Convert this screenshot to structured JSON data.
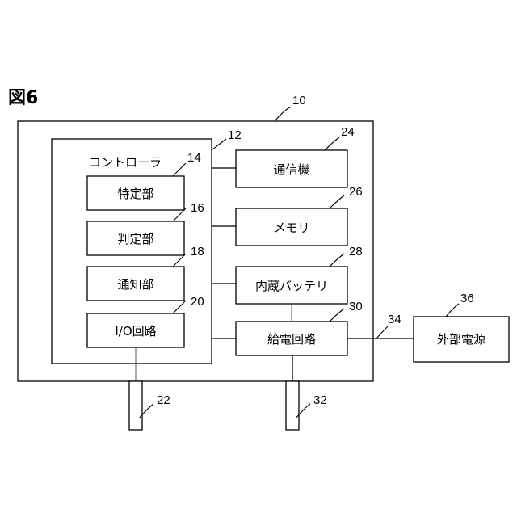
{
  "figure_title": "図6",
  "device": {
    "ref": "10"
  },
  "controller": {
    "label": "コントローラ",
    "ref": "12"
  },
  "units": [
    {
      "label": "特定部",
      "ref": "14"
    },
    {
      "label": "判定部",
      "ref": "16"
    },
    {
      "label": "通知部",
      "ref": "18"
    },
    {
      "label": "I/O回路",
      "ref": "20"
    }
  ],
  "modules": [
    {
      "label": "通信機",
      "ref": "24"
    },
    {
      "label": "メモリ",
      "ref": "26"
    },
    {
      "label": "内蔵バッテリ",
      "ref": "28"
    },
    {
      "label": "給電回路",
      "ref": "30"
    }
  ],
  "connection_ref": "34",
  "external_power": {
    "label": "外部電源",
    "ref": "36"
  },
  "terminals": [
    {
      "ref": "22"
    },
    {
      "ref": "32"
    }
  ]
}
